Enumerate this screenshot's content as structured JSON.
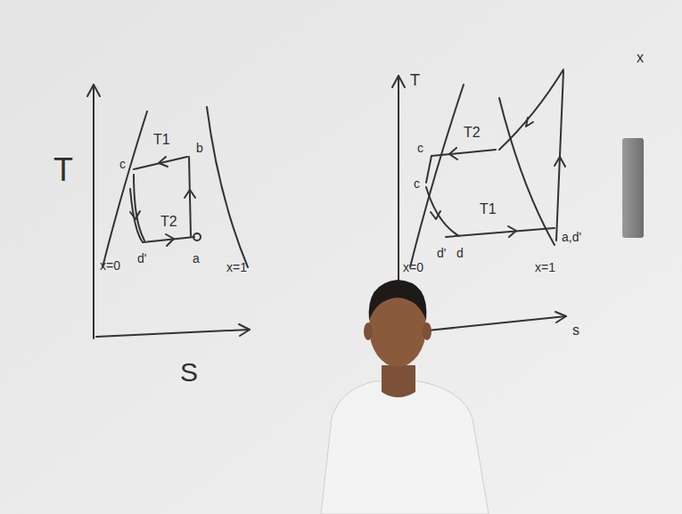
{
  "diagram": {
    "labels": [
      "T",
      "S",
      "T1",
      "T2",
      "c",
      "b",
      "d'",
      "a",
      "x=0",
      "x=1",
      "T",
      "s",
      "T2",
      "T1",
      "c",
      "c",
      "d'",
      "d",
      "a,d'",
      "x=0",
      "x=1",
      "x"
    ]
  }
}
